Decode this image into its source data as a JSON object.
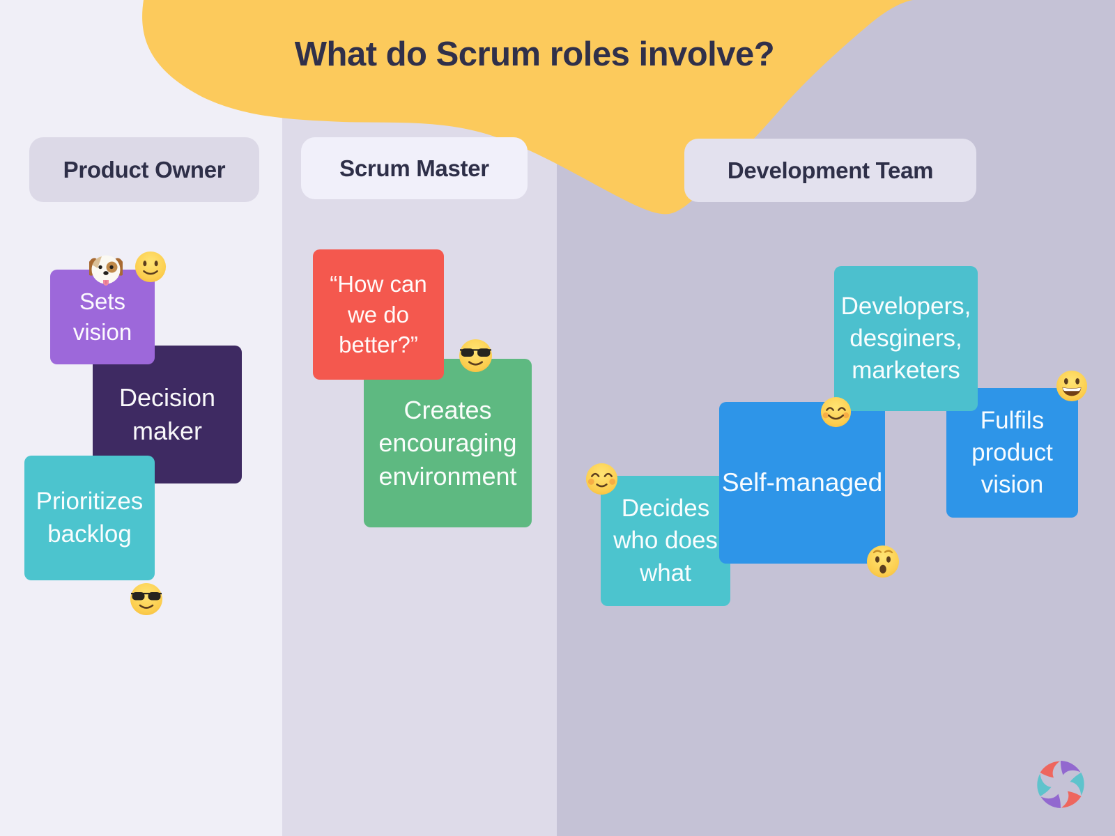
{
  "title": "What do Scrum roles involve?",
  "columns": [
    {
      "header": "Product Owner",
      "notes": [
        {
          "text": "Sets\nvision",
          "color": "#9d68da",
          "emojis": [
            "dog-face",
            "slightly-smiling-face"
          ]
        },
        {
          "text": "Decision\nmaker",
          "color": "#3e2a62",
          "emojis": []
        },
        {
          "text": "Prioritizes\nbacklog",
          "color": "#4cc4ce",
          "emojis": [
            "smiling-face-with-sunglasses"
          ]
        }
      ]
    },
    {
      "header": "Scrum Master",
      "notes": [
        {
          "text": "“How can\nwe do\nbetter?”",
          "color": "#f4584e",
          "emojis": []
        },
        {
          "text": "Creates\nencouraging\nenvironment",
          "color": "#5eb981",
          "emojis": [
            "smiling-face-with-sunglasses"
          ]
        }
      ]
    },
    {
      "header": "Development Team",
      "notes": [
        {
          "text": "Developers,\ndesginers,\nmarketers",
          "color": "#4cc0ce",
          "emojis": []
        },
        {
          "text": "Self-managed",
          "color": "#2e95e8",
          "emojis": [
            "smiling-face-with-smiling-eyes",
            "hushed-face"
          ]
        },
        {
          "text": "Decides\nwho does\nwhat",
          "color": "#4cc4ce",
          "emojis": [
            "smiling-face"
          ]
        },
        {
          "text": "Fulfils\nproduct\nvision",
          "color": "#2e95e8",
          "emojis": [
            "grinning-face"
          ]
        }
      ]
    }
  ],
  "emoji_glyphs": {
    "dog-face": "🐶",
    "slightly-smiling-face": "🙂",
    "smiling-face-with-sunglasses": "😎",
    "smiling-face-with-smiling-eyes": "😊",
    "smiling-face": "☺️",
    "hushed-face": "😯",
    "grinning-face": "😀"
  },
  "colors": {
    "background_column_1": "#f0eff7",
    "background_column_2": "#dedbe9",
    "background_column_3": "#c5c2d6",
    "title_blob_yellow": "#fcca5c",
    "heading_text": "#2e2f48",
    "note_text": "#ffffff",
    "logo_petals": [
      "#9268cf",
      "#5ec3cc",
      "#ee665e"
    ]
  },
  "logo": {
    "icon": "pinwheel-logo"
  }
}
